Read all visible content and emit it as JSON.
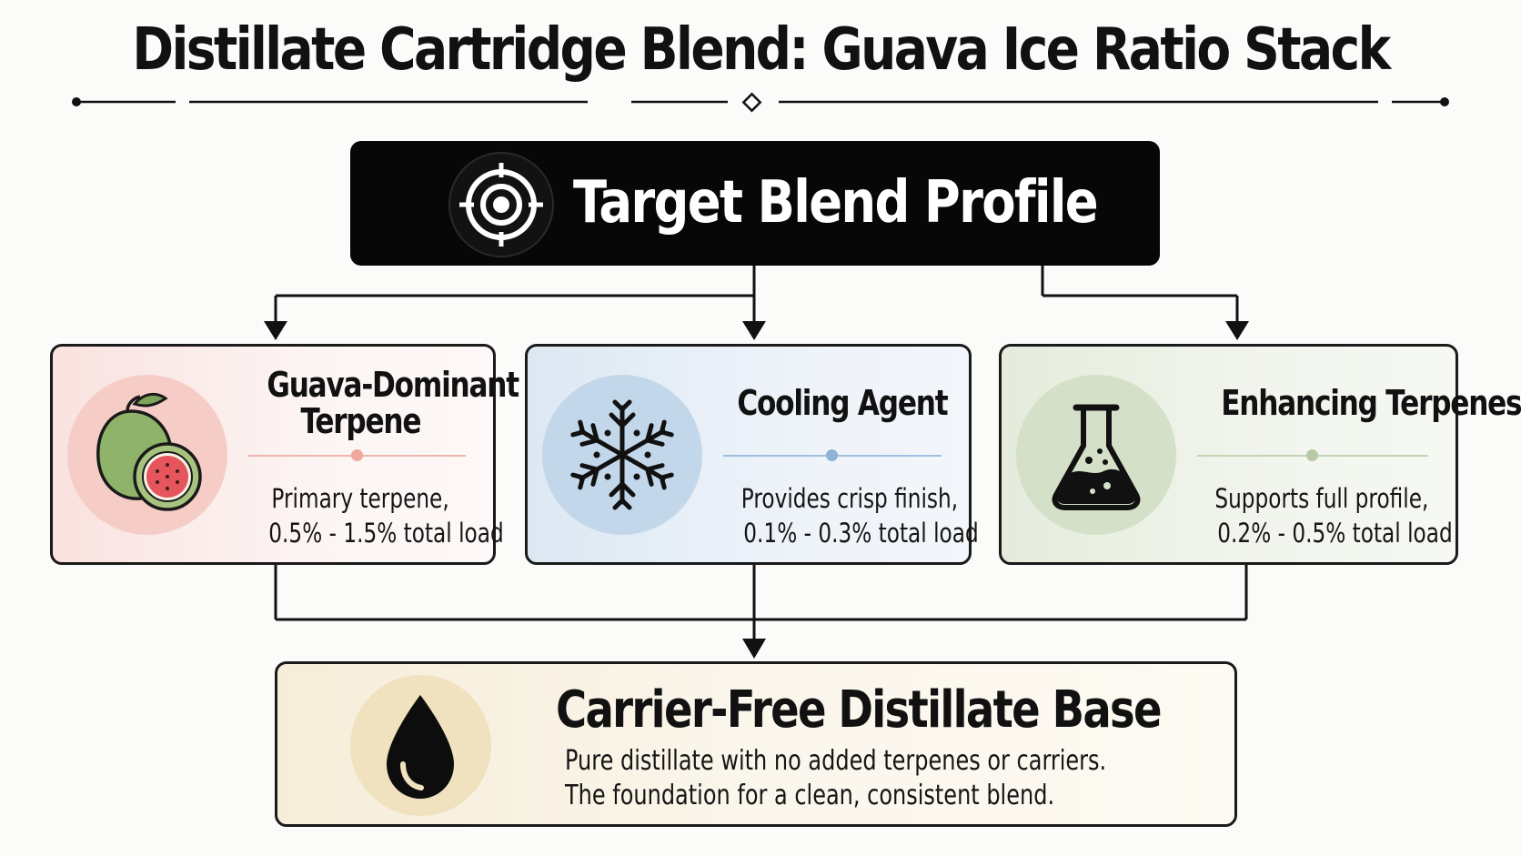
{
  "title": "Distillate Cartridge Blend: Guava Ice Ratio Stack",
  "target": {
    "label": "Target Blend Profile",
    "icon": "target-icon"
  },
  "components": [
    {
      "heading_lines": [
        "Guava-Dominant",
        "Terpene"
      ],
      "desc_lines": [
        "Primary terpene,",
        "0.5% - 1.5% total load"
      ],
      "icon": "guava-icon",
      "accent": "#f0a79e"
    },
    {
      "heading_lines": [
        "Cooling Agent"
      ],
      "desc_lines": [
        "Provides crisp finish,",
        "0.1% - 0.3% total load"
      ],
      "icon": "snowflake-icon",
      "accent": "#8fb2d8"
    },
    {
      "heading_lines": [
        "Enhancing Terpenes"
      ],
      "desc_lines": [
        "Supports full profile,",
        "0.2% - 0.5% total load"
      ],
      "icon": "flask-icon",
      "accent": "#b7c9a4"
    }
  ],
  "base": {
    "title": "Carrier-Free Distillate Base",
    "desc_lines": [
      "Pure distillate with no added terpenes or carriers.",
      "The foundation for a clean, consistent blend."
    ],
    "icon": "droplet-icon",
    "accent": "#f0e1bf"
  }
}
